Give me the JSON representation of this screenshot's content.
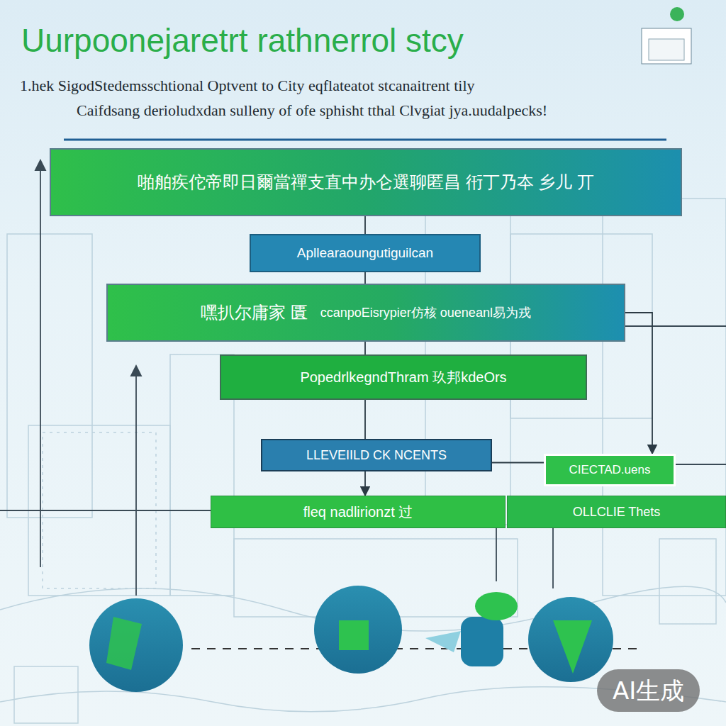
{
  "diagram": {
    "title": "Uurpoonejaretrt rathnerrol stcy",
    "nodes": [
      {
        "text": [
          "啪舶疾佗帝即日爾當禪支直中办仑選聊匿昌 衎丁乃夲 乡儿 丌"
        ]
      },
      {
        "text": [
          "Apllearaoungutiguilcan"
        ]
      },
      {
        "text": [
          "嘿扒尔庸家 匱",
          "ccanpoEisrypier仿核 oueneanl易为戎"
        ]
      },
      {
        "text": [
          "PopedrlkegndThram 玖邦kdeOrs"
        ]
      },
      {
        "text": [
          "LLEVEIILD CK NCENTS"
        ]
      },
      {
        "text": [
          "CIECTAD.uens"
        ]
      },
      {
        "text": [
          "fleq nadlirionzt 过"
        ]
      },
      {
        "text": [
          "OLLCLIE Thets"
        ]
      }
    ],
    "edges": [
      {
        "from": 0,
        "to": 1,
        "arrow": "none"
      },
      {
        "from": 1,
        "to": 2,
        "arrow": "none"
      },
      {
        "from": 2,
        "to": 3,
        "arrow": "none"
      },
      {
        "from": 3,
        "to": 4,
        "arrow": "none"
      },
      {
        "from": 4,
        "to": 6,
        "arrow": "to"
      },
      {
        "from": 4,
        "to": 5,
        "arrow": "none"
      },
      {
        "from": 2,
        "to": 5,
        "arrow": "to"
      }
    ],
    "labels": [
      "1.hek SigodStedemsschtional Optvent to City eqflateatot stcanaitrent tily",
      "Caifdsang derioludxdan sulleny of ofe sphisht tthal Clvgiat jya.uudalpecks!",
      "AI生成"
    ]
  }
}
